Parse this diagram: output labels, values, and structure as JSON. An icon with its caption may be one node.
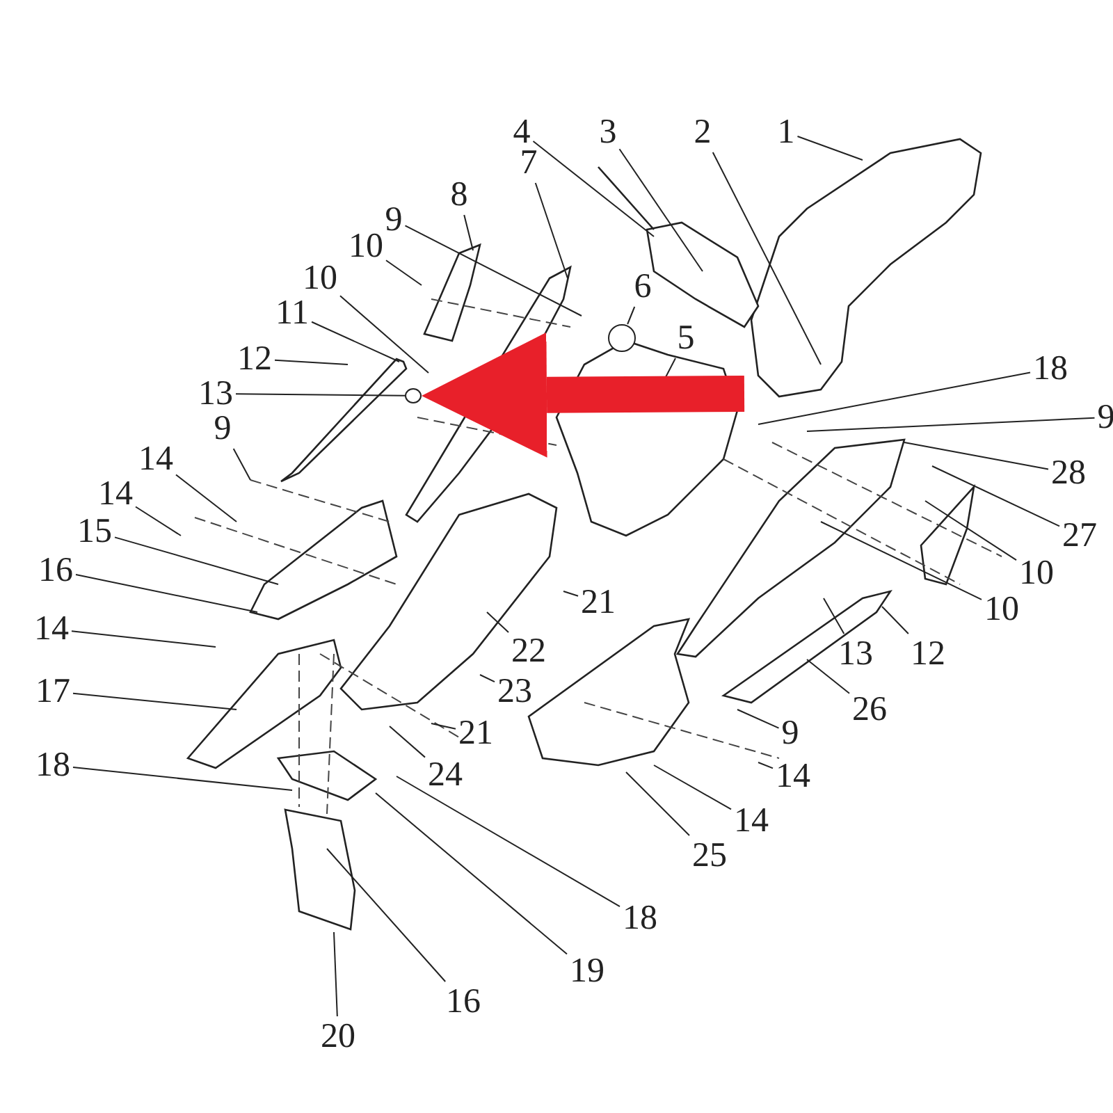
{
  "diagram": {
    "nodes": [
      {
        "text": [
          "1"
        ]
      },
      {
        "text": [
          "2"
        ]
      },
      {
        "text": [
          "3"
        ]
      },
      {
        "text": [
          "4"
        ]
      },
      {
        "text": [
          "7"
        ]
      },
      {
        "text": [
          "8"
        ]
      },
      {
        "text": [
          "9"
        ]
      },
      {
        "text": [
          "10"
        ]
      },
      {
        "text": [
          "10"
        ]
      },
      {
        "text": [
          "6"
        ]
      },
      {
        "text": [
          "11"
        ]
      },
      {
        "text": [
          "5"
        ]
      },
      {
        "text": [
          "12"
        ]
      },
      {
        "text": [
          "13"
        ]
      },
      {
        "text": [],
        "shape": "circle"
      },
      {
        "text": [
          "18"
        ]
      },
      {
        "text": [
          "9"
        ]
      },
      {
        "text": [
          "9"
        ]
      },
      {
        "text": [
          "28"
        ]
      },
      {
        "text": [
          "14"
        ]
      },
      {
        "text": [
          "14"
        ]
      },
      {
        "text": [
          "27"
        ]
      },
      {
        "text": [
          "15"
        ]
      },
      {
        "text": [
          "16"
        ]
      },
      {
        "text": [
          "10"
        ]
      },
      {
        "text": [
          "21"
        ]
      },
      {
        "text": [
          "10"
        ]
      },
      {
        "text": [
          "14"
        ]
      },
      {
        "text": [
          "22"
        ]
      },
      {
        "text": [
          "13"
        ]
      },
      {
        "text": [
          "12"
        ]
      },
      {
        "text": [
          "17"
        ]
      },
      {
        "text": [
          "23"
        ]
      },
      {
        "text": [
          "26"
        ]
      },
      {
        "text": [
          "21"
        ]
      },
      {
        "text": [
          "9"
        ]
      },
      {
        "text": [
          "18"
        ]
      },
      {
        "text": [
          "24"
        ]
      },
      {
        "text": [
          "14"
        ]
      },
      {
        "text": [
          "14"
        ]
      },
      {
        "text": [
          "25"
        ]
      },
      {
        "text": [
          "18"
        ]
      },
      {
        "text": [
          "19"
        ]
      },
      {
        "text": [
          "16"
        ]
      },
      {
        "text": [
          "20"
        ]
      },
      {
        "text": [],
        "shape": "circle"
      }
    ],
    "edges": [
      {
        "from": 0,
        "to": null,
        "arrow": "none"
      },
      {
        "from": 1,
        "to": null,
        "arrow": "none"
      },
      {
        "from": 2,
        "to": null,
        "arrow": "none"
      },
      {
        "from": 3,
        "to": null,
        "arrow": "none"
      },
      {
        "from": 4,
        "to": null,
        "arrow": "none"
      },
      {
        "from": 5,
        "to": null,
        "arrow": "none"
      },
      {
        "from": 6,
        "to": null,
        "arrow": "none"
      },
      {
        "from": 7,
        "to": null,
        "arrow": "none"
      },
      {
        "from": 8,
        "to": null,
        "arrow": "none"
      },
      {
        "from": 9,
        "to": 45,
        "arrow": "none"
      },
      {
        "from": 10,
        "to": null,
        "arrow": "none"
      },
      {
        "from": 11,
        "to": null,
        "arrow": "none"
      },
      {
        "from": 12,
        "to": null,
        "arrow": "none"
      },
      {
        "from": 13,
        "to": 14,
        "arrow": "none"
      },
      {
        "from": null,
        "to": 14,
        "arrow": "to",
        "style": "thick",
        "color": "#e8202a"
      },
      {
        "from": 15,
        "to": null,
        "arrow": "none"
      },
      {
        "from": 16,
        "to": null,
        "arrow": "none"
      },
      {
        "from": 17,
        "to": null,
        "arrow": "none"
      },
      {
        "from": 18,
        "to": null,
        "arrow": "none"
      },
      {
        "from": 19,
        "to": null,
        "arrow": "none"
      },
      {
        "from": 20,
        "to": null,
        "arrow": "none"
      },
      {
        "from": 21,
        "to": null,
        "arrow": "none"
      },
      {
        "from": 22,
        "to": null,
        "arrow": "none"
      },
      {
        "from": 23,
        "to": null,
        "arrow": "none"
      },
      {
        "from": 24,
        "to": null,
        "arrow": "none"
      },
      {
        "from": 25,
        "to": null,
        "arrow": "none"
      },
      {
        "from": 26,
        "to": null,
        "arrow": "none"
      },
      {
        "from": 27,
        "to": null,
        "arrow": "none"
      },
      {
        "from": 28,
        "to": null,
        "arrow": "none"
      },
      {
        "from": 29,
        "to": null,
        "arrow": "none"
      },
      {
        "from": 30,
        "to": null,
        "arrow": "none"
      },
      {
        "from": 31,
        "to": null,
        "arrow": "none"
      },
      {
        "from": 32,
        "to": null,
        "arrow": "none"
      },
      {
        "from": 33,
        "to": null,
        "arrow": "none"
      },
      {
        "from": 34,
        "to": null,
        "arrow": "none"
      },
      {
        "from": 35,
        "to": null,
        "arrow": "none"
      },
      {
        "from": 36,
        "to": null,
        "arrow": "none"
      },
      {
        "from": 37,
        "to": null,
        "arrow": "none"
      },
      {
        "from": 38,
        "to": null,
        "arrow": "none"
      },
      {
        "from": 39,
        "to": null,
        "arrow": "none"
      },
      {
        "from": 40,
        "to": null,
        "arrow": "none"
      },
      {
        "from": 41,
        "to": null,
        "arrow": "none"
      },
      {
        "from": 42,
        "to": null,
        "arrow": "none"
      },
      {
        "from": 43,
        "to": null,
        "arrow": "none"
      },
      {
        "from": 44,
        "to": null,
        "arrow": "none"
      }
    ]
  }
}
